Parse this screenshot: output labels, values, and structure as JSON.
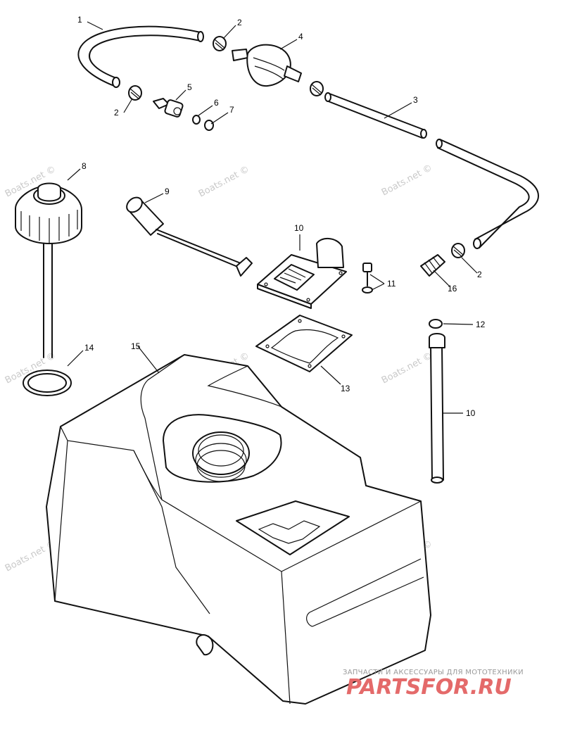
{
  "callouts": {
    "c1": "1",
    "c2a": "2",
    "c2b": "2",
    "c2c": "2",
    "c3": "3",
    "c4": "4",
    "c5": "5",
    "c6": "6",
    "c7": "7",
    "c8": "8",
    "c9": "9",
    "c10a": "10",
    "c10b": "10",
    "c11": "11",
    "c12": "12",
    "c13": "13",
    "c14": "14",
    "c15": "15",
    "c16": "16"
  },
  "watermark": "Boats.net ©",
  "footer": {
    "tagline": "ЗАПЧАСТИ И АКСЕССУАРЫ ДЛЯ МОТОТЕХНИКИ",
    "logo": "PARTSFOR.RU"
  },
  "colors": {
    "line": "#111111",
    "watermark": "#c9c9c9",
    "logo": "#e46a6a"
  }
}
